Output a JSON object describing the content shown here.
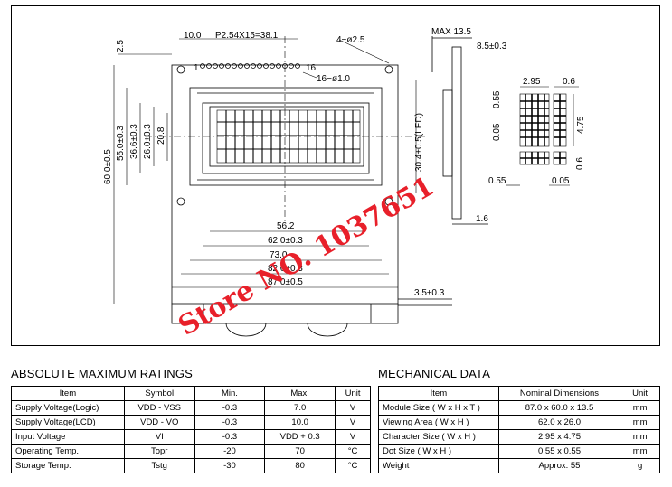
{
  "drawing": {
    "top_dims": {
      "pitch_offset": "10.0",
      "pitch": "P2.54X15=38.1",
      "pin16": "16",
      "pin1": "1",
      "pin_hole": "16−ø1.0",
      "mount_hole": "4−ø2.5",
      "top_margin": "2.5"
    },
    "vertical_dims": {
      "height": "60.0±0.5",
      "bezel_h": "55.0±0.3",
      "window_h": "36.6±0.3",
      "va_h": "26.0±0.3",
      "aa_h": "20.8",
      "led_h": "30.4±0.5(LED)"
    },
    "horizontal_dims": {
      "aa_w": "56.2",
      "va_w": "62.0±0.3",
      "window_w": "73.0",
      "bezel_w": "82.0±0.3",
      "width": "87.0±0.5"
    },
    "side_dims": {
      "max_thickness": "MAX  13.5",
      "backlight": "8.5±0.3",
      "pcb": "1.6",
      "front_height": "3.5±0.3"
    },
    "char_dims": {
      "char_w": "2.95",
      "gap_w": "0.6",
      "dot": "0.55",
      "gap1": "0.05",
      "char_h": "4.75",
      "gap_h": "0.6",
      "dot_w": "0.55",
      "gap2": "0.05"
    },
    "watermark": "Store NO. 1037651"
  },
  "amr": {
    "title": "ABSOLUTE MAXIMUM RATINGS",
    "headers": [
      "Item",
      "Symbol",
      "Min.",
      "Max.",
      "Unit"
    ],
    "rows": [
      [
        "Supply Voltage(Logic)",
        "VDD - VSS",
        "-0.3",
        "7.0",
        "V"
      ],
      [
        "Supply Voltage(LCD)",
        "VDD - VO",
        "-0.3",
        "10.0",
        "V"
      ],
      [
        "Input  Voltage",
        "VI",
        "-0.3",
        "VDD + 0.3",
        "V"
      ],
      [
        "Operating Temp.",
        "Topr",
        "-20",
        "70",
        "°C"
      ],
      [
        "Storage Temp.",
        "Tstg",
        "-30",
        "80",
        "°C"
      ]
    ]
  },
  "mech": {
    "title": "MECHANICAL DATA",
    "headers": [
      "Item",
      "Nominal Dimensions",
      "Unit"
    ],
    "rows": [
      [
        "Module Size ( W x H x T )",
        "87.0 x 60.0 x 13.5",
        "mm"
      ],
      [
        "Viewing Area ( W x H )",
        "62.0 x 26.0",
        "mm"
      ],
      [
        "Character Size ( W x H )",
        "2.95 x 4.75",
        "mm"
      ],
      [
        "Dot Size ( W x H )",
        "0.55 x 0.55",
        "mm"
      ],
      [
        "Weight",
        "Approx.  55",
        "g"
      ]
    ]
  }
}
